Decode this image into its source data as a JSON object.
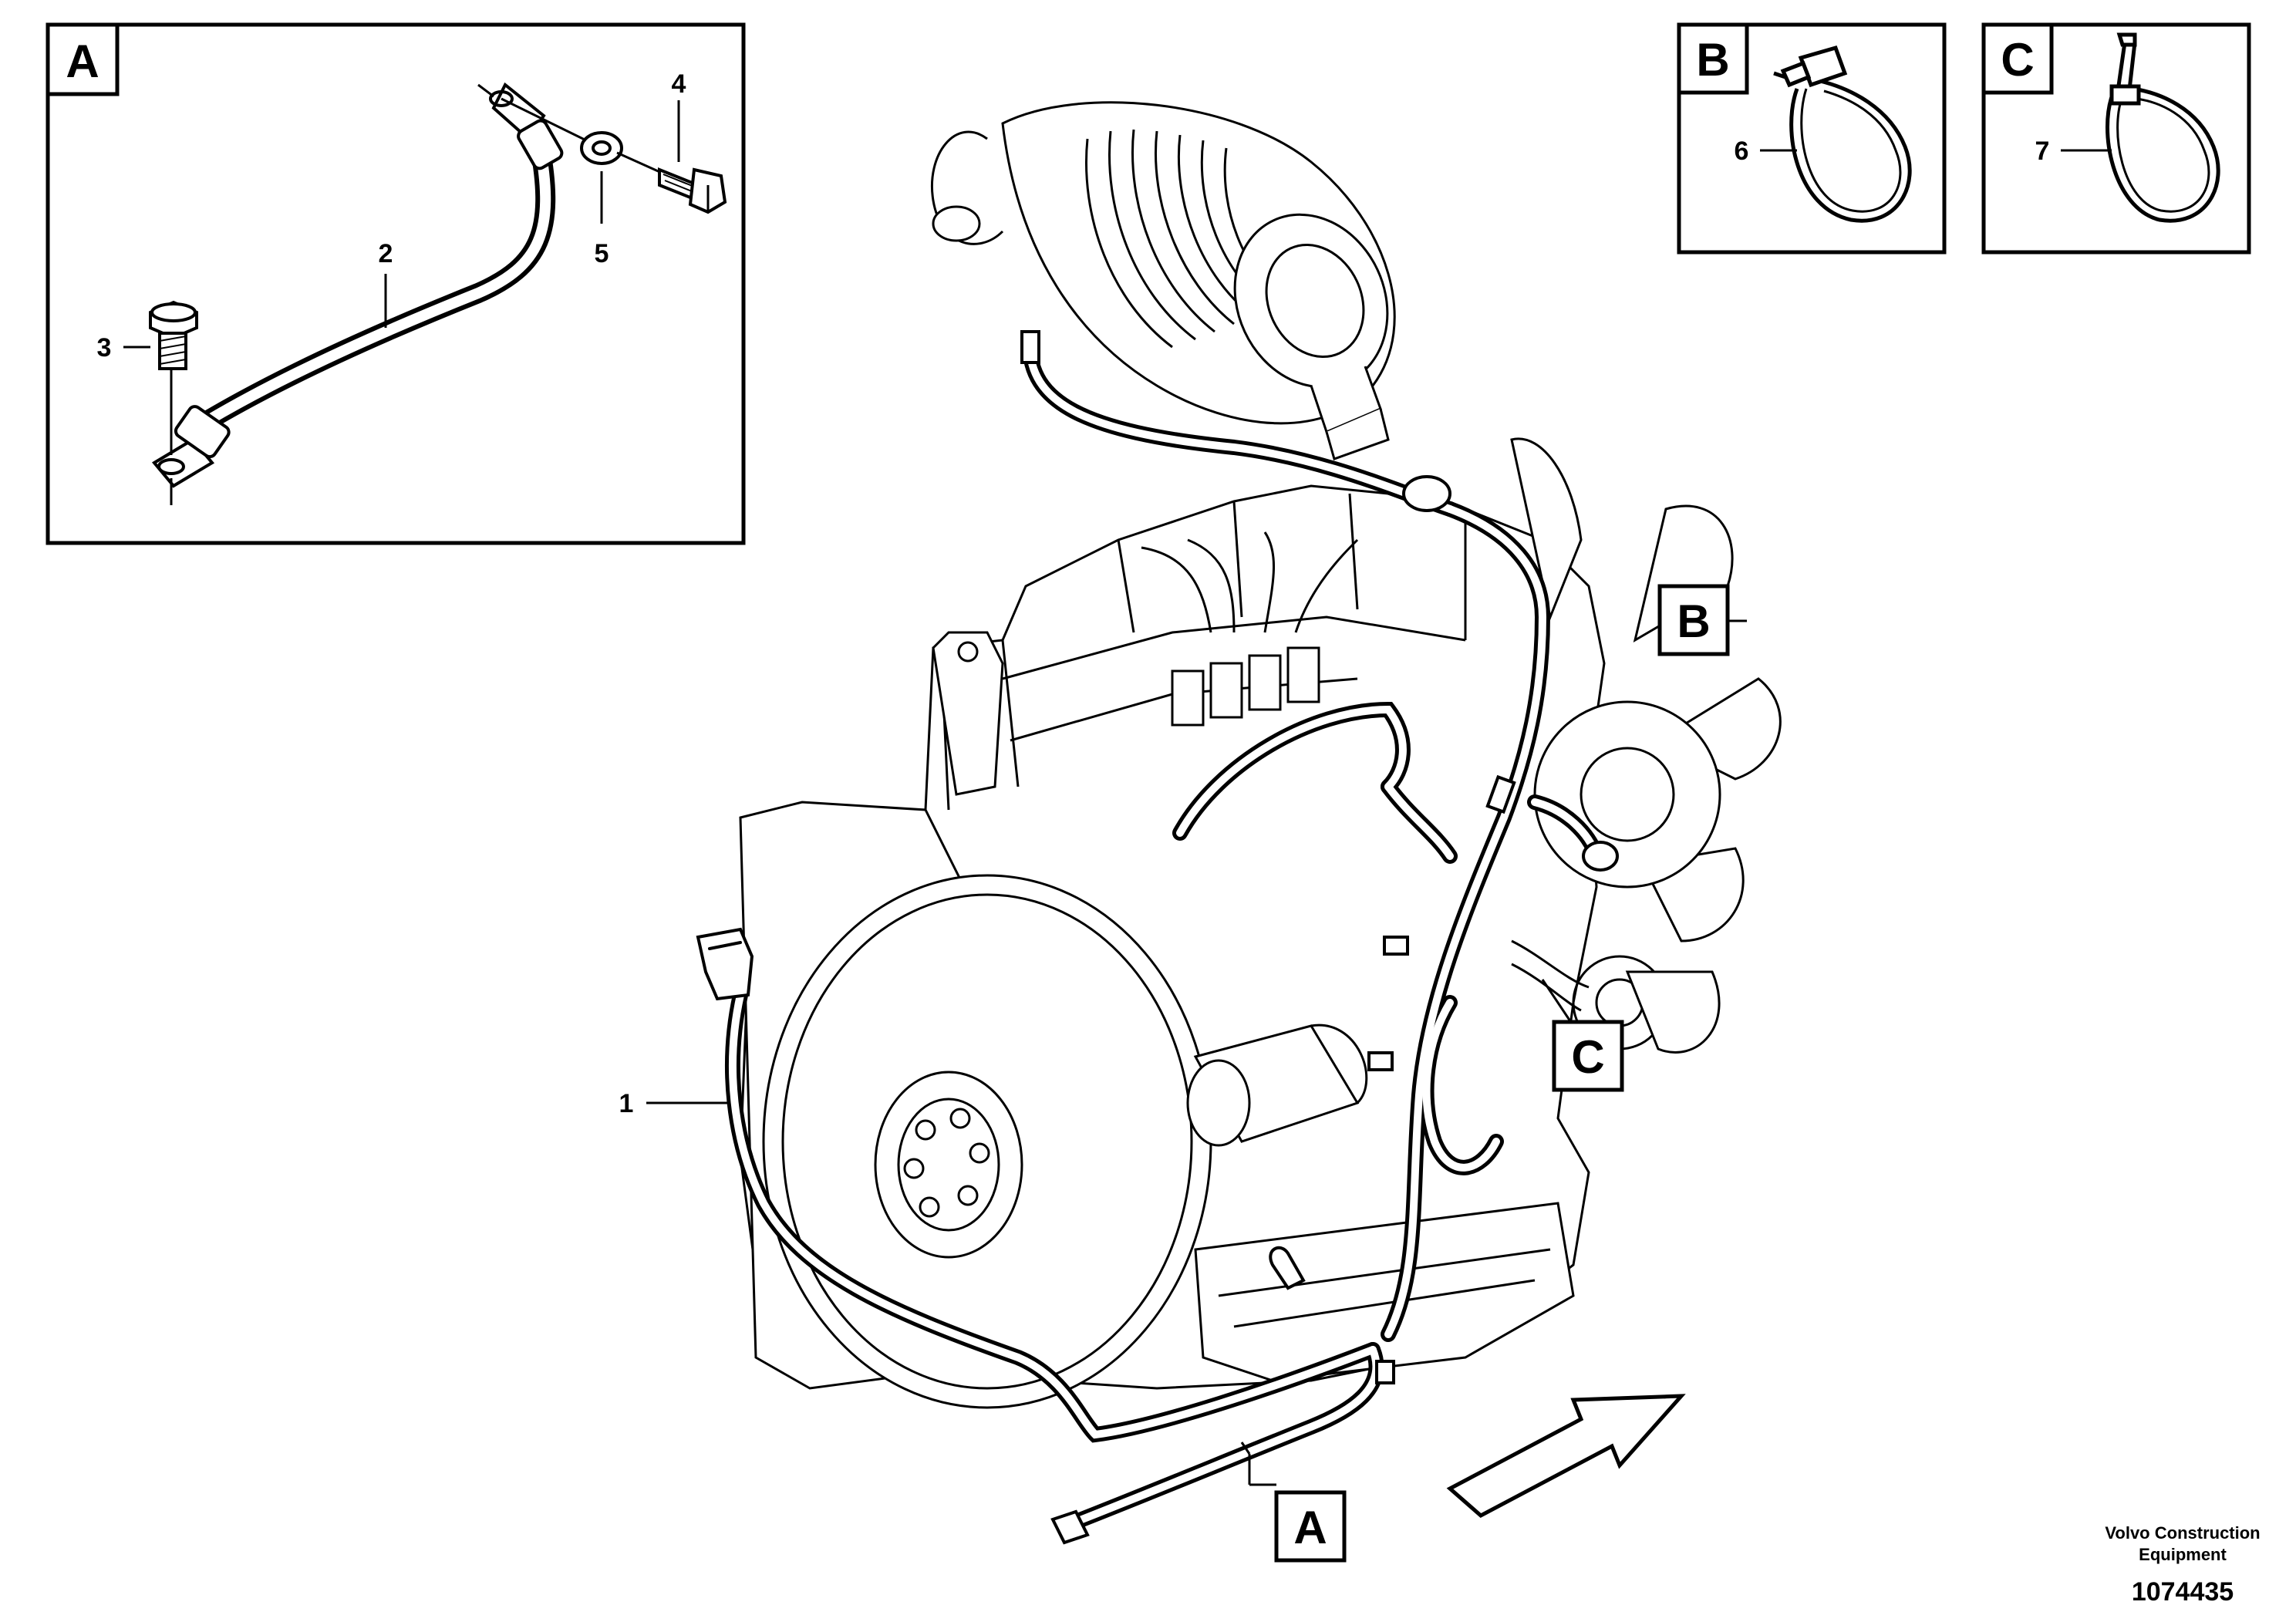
{
  "detail_views": {
    "a": {
      "letter": "A"
    },
    "b": {
      "letter": "B"
    },
    "c": {
      "letter": "C"
    }
  },
  "callouts": {
    "part_1": "1",
    "part_2": "2",
    "part_3": "3",
    "part_4": "4",
    "part_5": "5",
    "part_6": "6",
    "part_7": "7"
  },
  "location_flags": {
    "a": "A",
    "b": "B",
    "c": "C"
  },
  "footer": {
    "company_line_1": "Volvo Construction",
    "company_line_2": "Equipment",
    "drawing_number": "1074435"
  }
}
